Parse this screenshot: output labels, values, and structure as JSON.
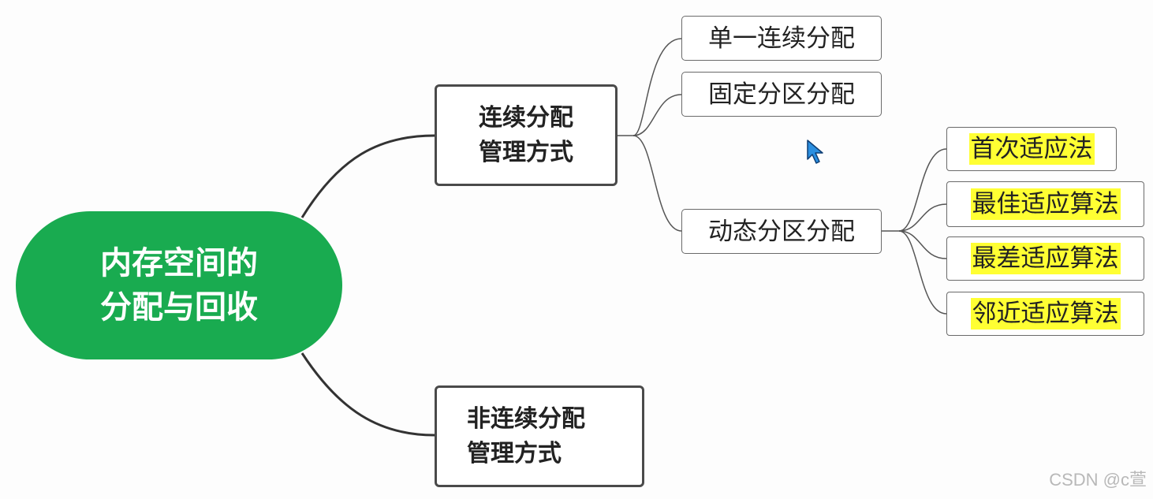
{
  "root": {
    "line1": "内存空间的",
    "line2": "分配与回收"
  },
  "contiguous": {
    "line1": "连续分配",
    "line2": "管理方式",
    "children": [
      "单一连续分配",
      "固定分区分配",
      "动态分区分配"
    ]
  },
  "dynamic_algorithms": [
    "首次适应法",
    "最佳适应算法",
    "最差适应算法",
    "邻近适应算法"
  ],
  "noncontiguous": {
    "line1": "非连续分配",
    "line2": "管理方式"
  },
  "watermark": "CSDN @c萱",
  "colors": {
    "root_fill": "#19ab50",
    "highlight": "#ffff33",
    "cursor": "#2b8fe0"
  }
}
